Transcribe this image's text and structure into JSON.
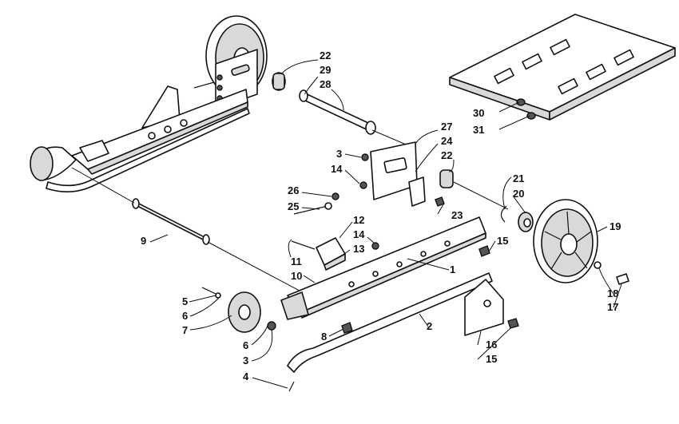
{
  "diagram": {
    "callouts": [
      {
        "id": "c22a",
        "text": "22"
      },
      {
        "id": "c29",
        "text": "29"
      },
      {
        "id": "c28",
        "text": "28"
      },
      {
        "id": "c27",
        "text": "27"
      },
      {
        "id": "c24",
        "text": "24"
      },
      {
        "id": "c22b",
        "text": "22"
      },
      {
        "id": "c3a",
        "text": "3"
      },
      {
        "id": "c14a",
        "text": "14"
      },
      {
        "id": "c21",
        "text": "21"
      },
      {
        "id": "c20",
        "text": "20"
      },
      {
        "id": "c26",
        "text": "26"
      },
      {
        "id": "c25",
        "text": "25"
      },
      {
        "id": "c23",
        "text": "23"
      },
      {
        "id": "c12",
        "text": "12"
      },
      {
        "id": "c14b",
        "text": "14"
      },
      {
        "id": "c13",
        "text": "13"
      },
      {
        "id": "c9",
        "text": "9"
      },
      {
        "id": "c11",
        "text": "11"
      },
      {
        "id": "c15a",
        "text": "15"
      },
      {
        "id": "c1",
        "text": "1"
      },
      {
        "id": "c19",
        "text": "19"
      },
      {
        "id": "c10",
        "text": "10"
      },
      {
        "id": "c30",
        "text": "30"
      },
      {
        "id": "c31",
        "text": "31"
      },
      {
        "id": "c5",
        "text": "5"
      },
      {
        "id": "c6a",
        "text": "6"
      },
      {
        "id": "c7",
        "text": "7"
      },
      {
        "id": "c8",
        "text": "8"
      },
      {
        "id": "c2",
        "text": "2"
      },
      {
        "id": "c6b",
        "text": "6"
      },
      {
        "id": "c3b",
        "text": "3"
      },
      {
        "id": "c18",
        "text": "18"
      },
      {
        "id": "c17",
        "text": "17"
      },
      {
        "id": "c16",
        "text": "16"
      },
      {
        "id": "c15b",
        "text": "15"
      },
      {
        "id": "c4",
        "text": "4"
      }
    ]
  }
}
